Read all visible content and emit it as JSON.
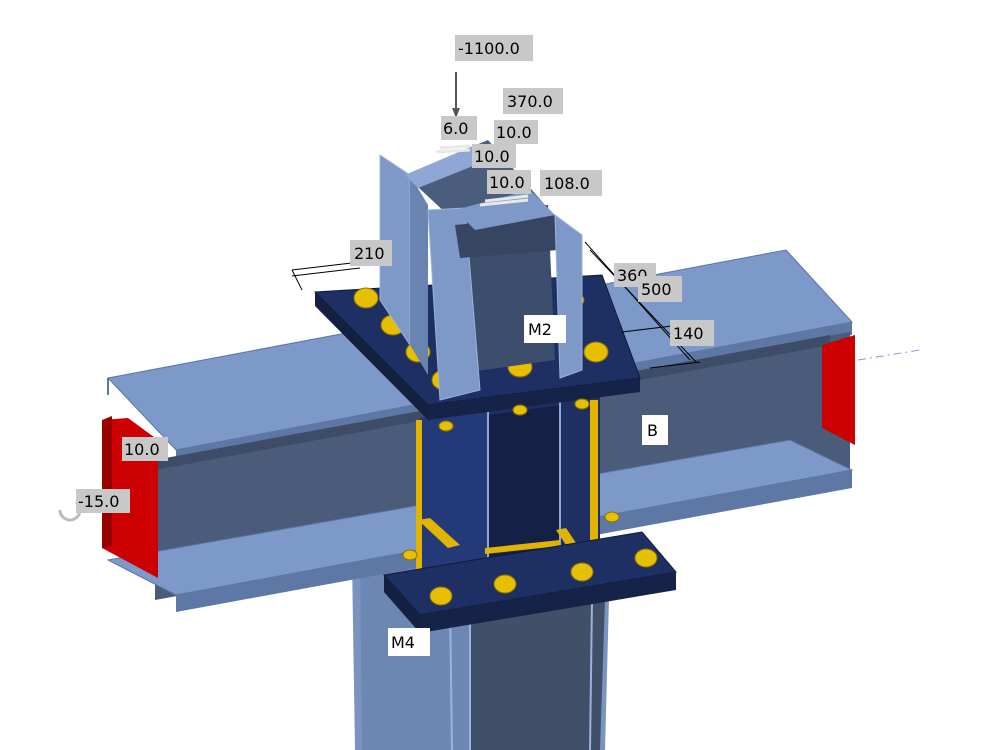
{
  "scene": {
    "load_labels": [
      "-1100.0",
      "370.0",
      "6.0",
      "10.0",
      "10.0",
      "10.0",
      "108.0",
      "10.0",
      "-15.0"
    ],
    "dimension_labels": [
      "210",
      "360",
      "500",
      "140"
    ],
    "member_labels": [
      "M2",
      "B",
      "M4"
    ]
  },
  "colors": {
    "plate": "#1e2f63",
    "plate_side": "#162349",
    "steel_light": "#7c98c8",
    "steel_mid": "#5f7aa8",
    "steel_dark": "#43546f",
    "bolt": "#e6c000",
    "weld": "#e0b400",
    "support": "#cc0000",
    "label_bg": "#c8c8c8"
  }
}
